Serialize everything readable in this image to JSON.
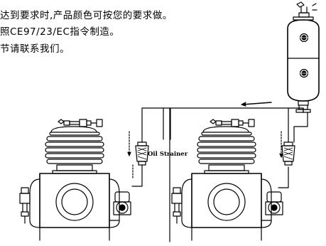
{
  "text": {
    "line1": "达到要求时,产品颜色可按您的要求做。",
    "line2": "照CE97/23/EC指令制造。",
    "line3": "节请联系我们。"
  },
  "diagram": {
    "label_oil_strainer": "Oil Strainer",
    "icons": [
      "compressor-left",
      "compressor-right",
      "oil-separator-tank",
      "oil-strainer-left",
      "oil-strainer-right",
      "flow-arrow"
    ]
  }
}
